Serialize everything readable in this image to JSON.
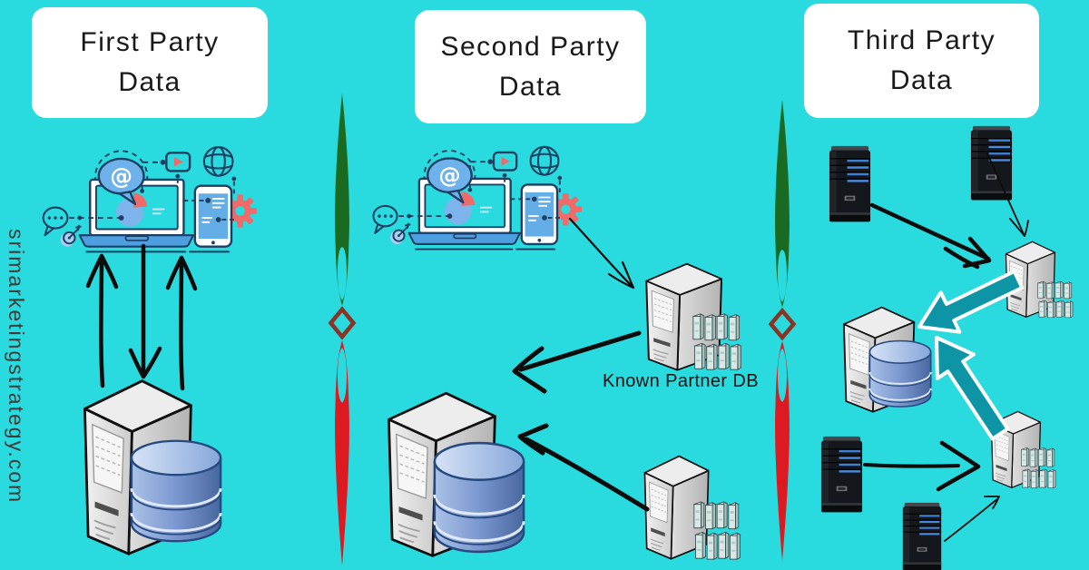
{
  "page": {
    "watermark": "srimarketingstrategy.com",
    "background_color": "#29dbde"
  },
  "panels": [
    {
      "id": "first-party",
      "title": "First Party Data",
      "line1": "First Party",
      "line2": "Data"
    },
    {
      "id": "second-party",
      "title": "Second Party Data",
      "line1": "Second Party",
      "line2": "Data"
    },
    {
      "id": "third-party",
      "title": "Third Party Data",
      "line1": "Third Party",
      "line2": "Data"
    }
  ],
  "labels": {
    "known_partner_db": "Known Partner DB"
  },
  "icons": {
    "at_symbol": "@",
    "illustration": [
      "speech-bubble-at-icon",
      "chat-dots-icon",
      "target-dart-icon",
      "laptop-icon",
      "pie-chart-icon",
      "video-player-icon",
      "globe-icon",
      "smartphone-icon",
      "gear-icon"
    ],
    "diagram": [
      "white-server-tower-icon",
      "blue-database-cylinder-icon",
      "mini-server-stack-icon",
      "black-tower-pc-icon",
      "ornament-divider-icon",
      "hand-drawn-arrow-icon",
      "teal-block-arrow-icon"
    ]
  },
  "colors": {
    "background": "#29dbde",
    "card_background": "#ffffff",
    "title_text": "#191919",
    "watermark_text": "#3c3c3c",
    "illustration_navy": "#1d3f63",
    "illustration_blue": "#64aee8",
    "illustration_salmon": "#f06a6a",
    "database_blue": "#7b97cf",
    "ornament_green": "#1a6b21",
    "ornament_red": "#dd1a22",
    "ornament_diamond": "#8a3426",
    "teal_arrow": "#0d95a5",
    "arrow_black": "#0c0c0c"
  }
}
